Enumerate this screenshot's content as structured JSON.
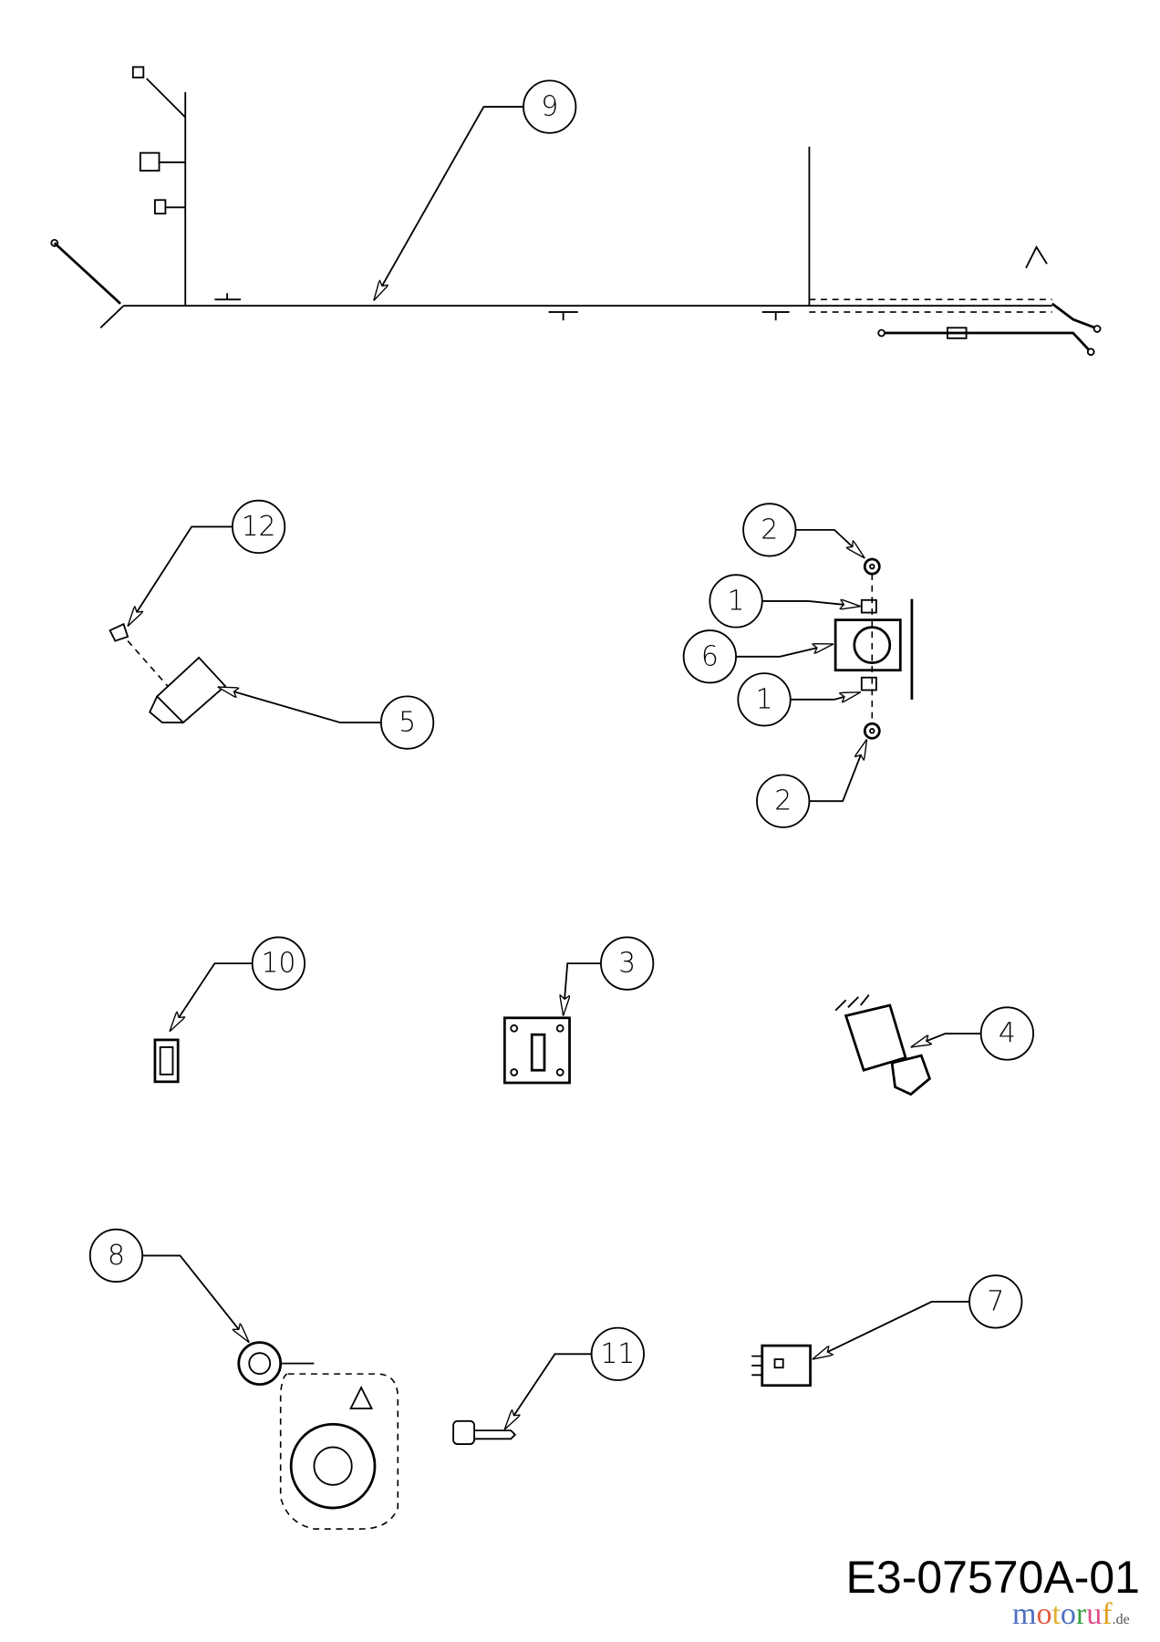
{
  "diagram": {
    "code": "E3-07570A-01",
    "watermark": {
      "letters": [
        "m",
        "o",
        "t",
        "o",
        "r",
        "u",
        "f"
      ],
      "suffix": ".de"
    },
    "callouts": {
      "c9": "9",
      "c12": "12",
      "c2a": "2",
      "c1a": "1",
      "c6": "6",
      "c1b": "1",
      "c5": "5",
      "c2b": "2",
      "c10": "10",
      "c3": "3",
      "c4": "4",
      "c8": "8",
      "c7": "7",
      "c11": "11"
    }
  }
}
